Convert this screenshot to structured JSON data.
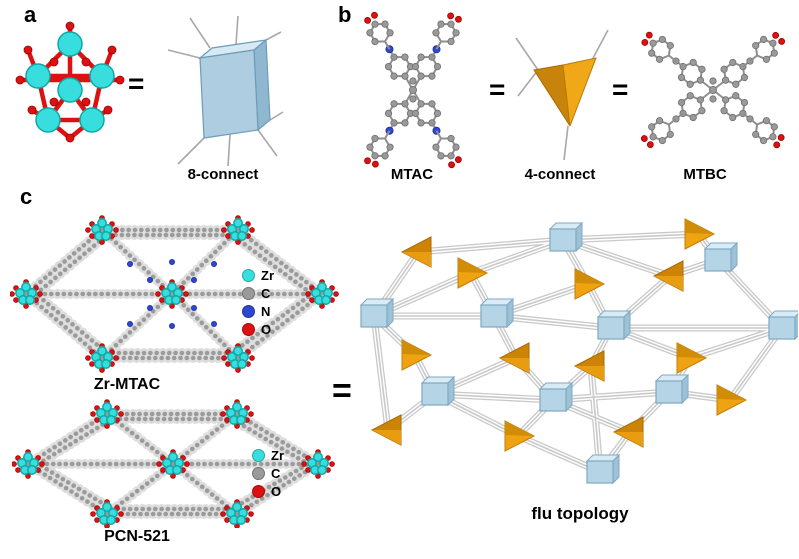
{
  "colors": {
    "zr_cyan": "#38dede",
    "carbon_gray": "#9a9a9a",
    "nitrogen_blue": "#2f46cf",
    "oxygen_red": "#dd1111",
    "node_cube_blue": "#b5d5e7",
    "node_triangle_orange": "#f0a312"
  },
  "panel_a": {
    "label": "a",
    "equals": "=",
    "node_caption": "8-connect"
  },
  "panel_b": {
    "label": "b",
    "linker1_caption": "MTAC",
    "equals1": "=",
    "node_caption": "4-connect",
    "equals2": "=",
    "linker2_caption": "MTBC"
  },
  "panel_c": {
    "label": "c",
    "equals": "=",
    "framework1": {
      "caption": "Zr-MTAC",
      "legend": [
        {
          "label": "Zr",
          "color": "#38dede"
        },
        {
          "label": "C",
          "color": "#9a9a9a"
        },
        {
          "label": "N",
          "color": "#2f46cf"
        },
        {
          "label": "O",
          "color": "#dd1111"
        }
      ]
    },
    "framework2": {
      "caption": "PCN-521",
      "legend": [
        {
          "label": "Zr",
          "color": "#38dede"
        },
        {
          "label": "C",
          "color": "#9a9a9a"
        },
        {
          "label": "O",
          "color": "#dd1111"
        }
      ]
    },
    "topology_caption": "flu topology"
  }
}
